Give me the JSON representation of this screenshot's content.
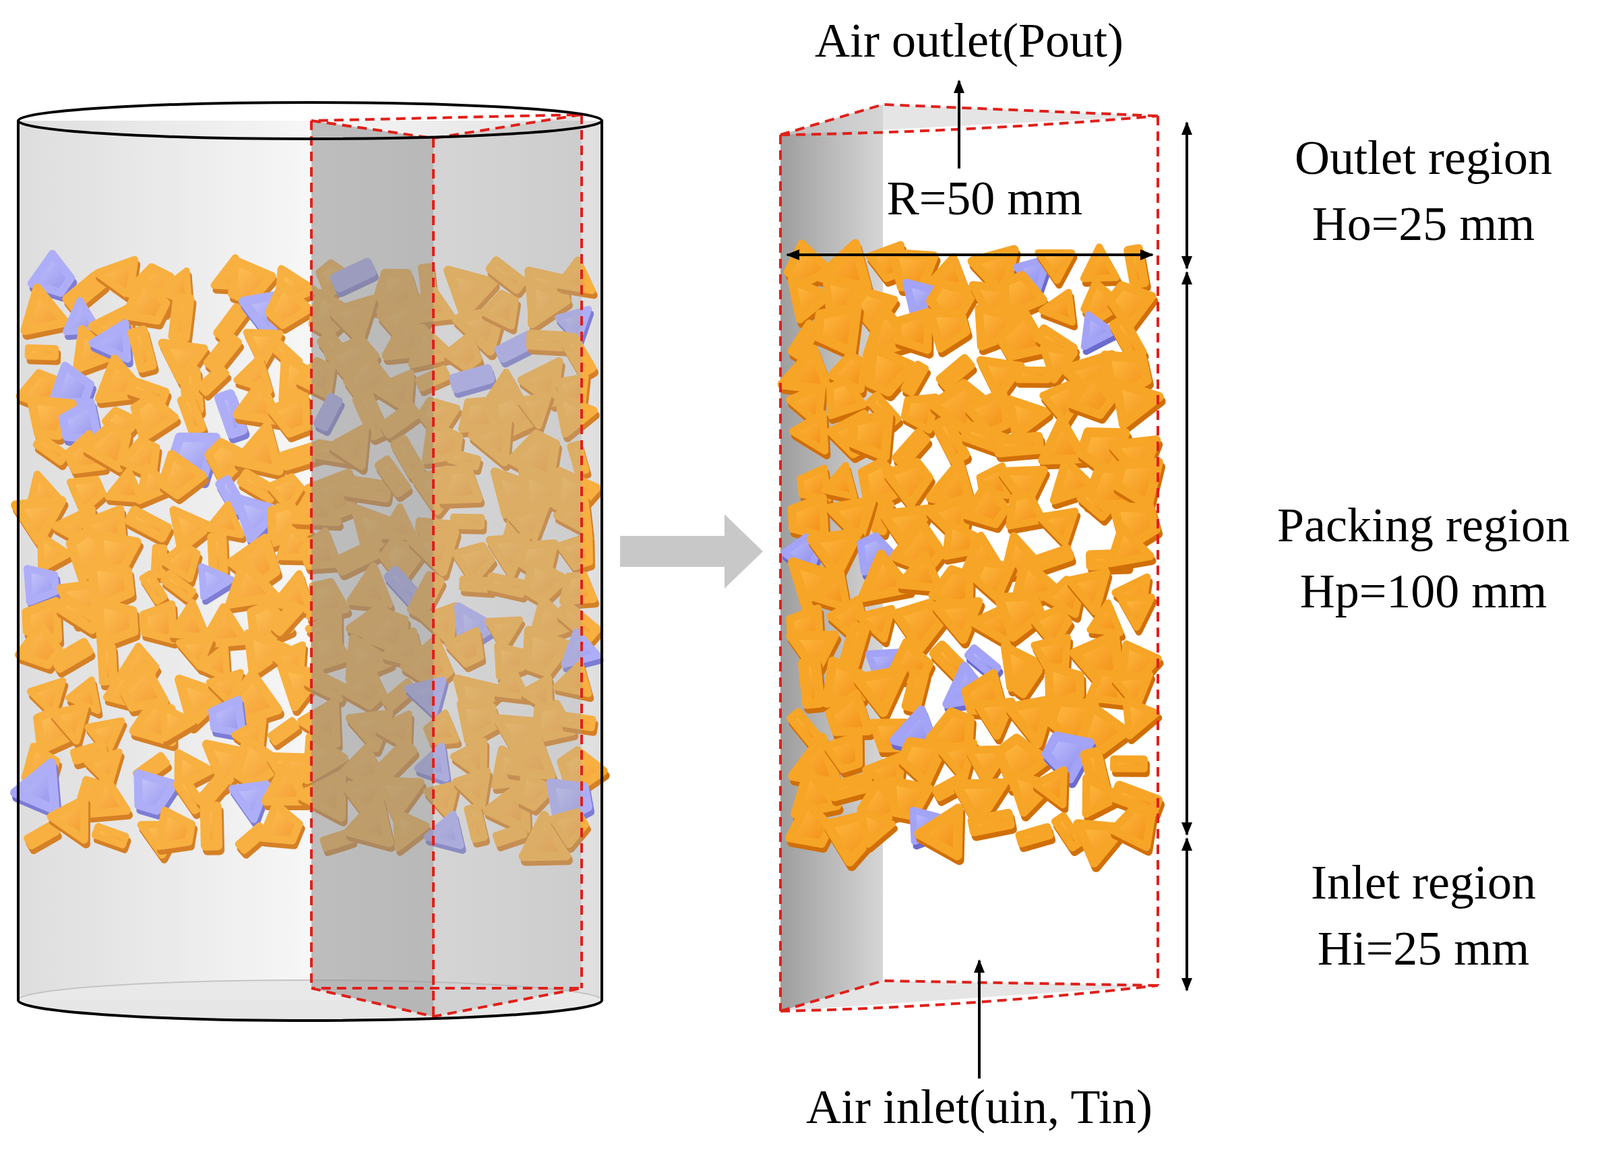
{
  "diagram": {
    "labels": [
      "Air outlet(Pout)",
      "R=50 mm",
      "Outlet region",
      "Ho=25 mm",
      "Packing region",
      "Hp=100 mm",
      "Inlet region",
      "Hi=25 mm",
      "Air inlet(uin, Tin)"
    ]
  }
}
